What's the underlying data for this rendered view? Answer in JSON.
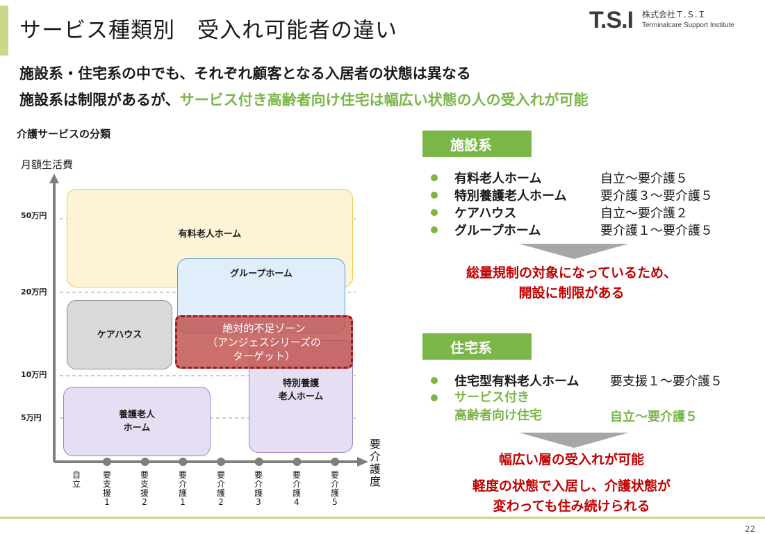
{
  "header": {
    "title": "サービス種類別　受入れ可能者の違い",
    "logo_mark": "T.S.I",
    "logo_company": "株式会社Ｔ.Ｓ.Ｉ",
    "logo_tagline": "Terminalcare Support Institute"
  },
  "headlines": {
    "line1": "施設系・住宅系の中でも、それぞれ顧客となる入居者の状態は異なる",
    "line2_prefix": "施設系は制限があるが、",
    "line2_highlight": "サービス付き高齢者向け住宅は幅広い状態の人の受入れが可能"
  },
  "chart": {
    "title": "介護サービスの分類",
    "y_axis_title": "月額生活費",
    "x_axis_title": "要\n介\n護\n度",
    "y_levels": [
      "50万円",
      "20万円",
      "10万円",
      "5万円"
    ],
    "x_levels": [
      "自\n立",
      "要\n支\n援\n1",
      "要\n支\n援\n2",
      "要\n介\n護\n1",
      "要\n介\n護\n2",
      "要\n介\n護\n3",
      "要\n介\n護\n4",
      "要\n介\n護\n5"
    ],
    "boxes": {
      "yuryo": "有料老人ホーム",
      "group": "グループホーム",
      "care": "ケアハウス",
      "tokubetsu": "特別養護\n老人ホーム",
      "yogo": "養護老人\nホーム",
      "zone": "絶対的不足ゾーン\n（アンジェスシリーズの\nターゲット）"
    }
  },
  "shisetsu": {
    "badge": "施設系",
    "items": [
      {
        "name": "有料老人ホーム",
        "range": "自立～要介護５"
      },
      {
        "name": "特別養護老人ホーム",
        "range": "要介護３～要介護５"
      },
      {
        "name": "ケアハウス",
        "range": "自立～要介護２"
      },
      {
        "name": "グループホーム",
        "range": "要介護１～要介護５"
      }
    ],
    "note": "総量規制の対象になっているため、\n開設に制限がある"
  },
  "jutaku": {
    "badge": "住宅系",
    "items": [
      {
        "name": "住宅型有料老人ホーム",
        "range": "要支援１～要介護５"
      },
      {
        "name": "サービス付き\n高齢者向け住宅",
        "range": "自立～要介護５"
      }
    ],
    "note1": "幅広い層の受入れが可能",
    "note2": "軽度の状態で入居し、介護状態が\n変わっても住み続けられる"
  },
  "footer": {
    "page_number": "22"
  },
  "colors": {
    "accent_green": "#7ab648",
    "alert_red": "#c00000",
    "zone_fill": "#c0504d",
    "title_bar": "#c9d98a"
  }
}
